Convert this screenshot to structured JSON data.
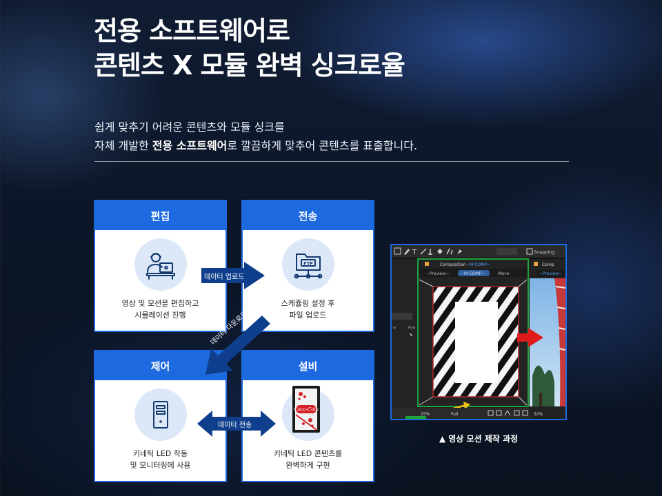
{
  "header": {
    "title_line1": "전용 소프트웨어로",
    "title_line2": "콘텐츠 X 모듈 완벽 싱크로율"
  },
  "lead": {
    "line1": "쉽게 맞추기 어려운 콘텐츠와 모듈 싱크를",
    "line2_pre": "자체 개발한 ",
    "line2_bold": "전용 소프트웨어",
    "line2_post": "로 깔끔하게 맞추어 콘텐츠를 표출합니다."
  },
  "cards": {
    "edit": {
      "title": "편집",
      "desc": "영상 및 모션을 편집하고\n시뮬레이션 진행",
      "icon": "designer-laptop-icon"
    },
    "transfer": {
      "title": "전송",
      "desc": "스케쥴링 설정 후\n파일 업로드",
      "icon": "ftp-folder-icon"
    },
    "control": {
      "title": "제어",
      "desc": "키네틱 LED 작동\n및 모니터링에 사용",
      "icon": "pc-tower-icon"
    },
    "equipment": {
      "title": "설비",
      "desc": "키네틱 LED 콘텐츠를\n완벽하게 구현",
      "icon": "coca-cola-led-sign-icon"
    }
  },
  "arrows": {
    "upload": "데이터 업로드",
    "download": "데이터 다운로드",
    "transmit": "데이터 전송"
  },
  "editor_shot": {
    "toolbar_snapping": "Snapping",
    "panel_left_title": "Composition",
    "panel_left_comp": "~M-COMP~",
    "panel_left_tab1": "~Preview~",
    "panel_left_tab2": "~M-COMP~",
    "panel_left_tab3": "Wave",
    "panel_right_title": "Comp",
    "panel_right_tab": "~Preview~",
    "zoom_left": "25%",
    "res_left": "Full",
    "zoom_right": "50%",
    "side_label1": "er",
    "side_label2": "Pixe"
  },
  "caption": "▲ 영상 모션 제작 과정",
  "colors": {
    "accent": "#1d6ae0",
    "arrow": "#0f3f8c",
    "icon_circle": "#dce8f8",
    "icon_stroke": "#12396f"
  }
}
